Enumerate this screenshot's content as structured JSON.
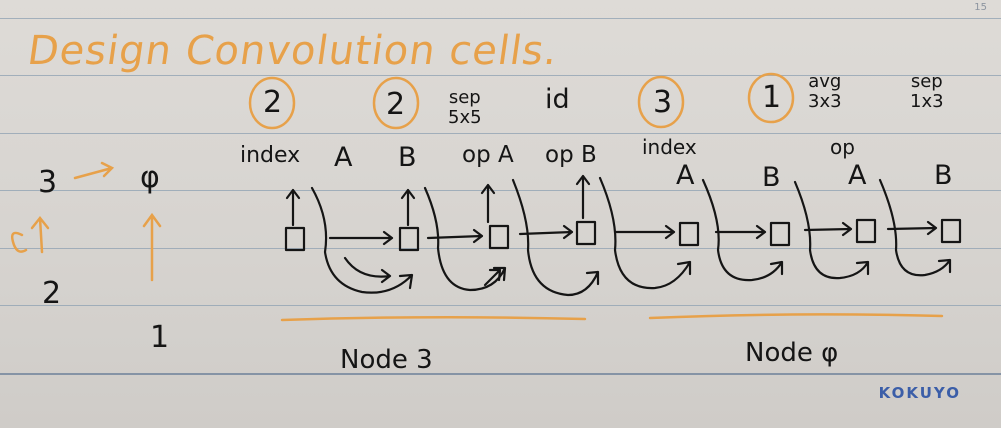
{
  "title": "Design Convolution cells.",
  "page_number": "15",
  "brand": "KOKUYO",
  "left_column": {
    "top_number": "3",
    "phi": "φ",
    "middle_number": "2",
    "bottom_number": "1"
  },
  "circled_numbers": [
    "2",
    "2",
    "3",
    "1"
  ],
  "labels": [
    "index",
    "A",
    "B",
    "op A",
    "op B",
    "index",
    "B",
    "op",
    "A",
    "B"
  ],
  "ops": {
    "sep5": "sep\n5x5",
    "id": "id",
    "avg": "avg\n3x3",
    "sep3": "sep\n1x3"
  },
  "node_labels": [
    "Node 3",
    "Node φ"
  ],
  "colors": {
    "ink": "#151515",
    "orange": "#e7a14a",
    "rule": "#8ea0b2",
    "brand": "#3b5ea8"
  }
}
